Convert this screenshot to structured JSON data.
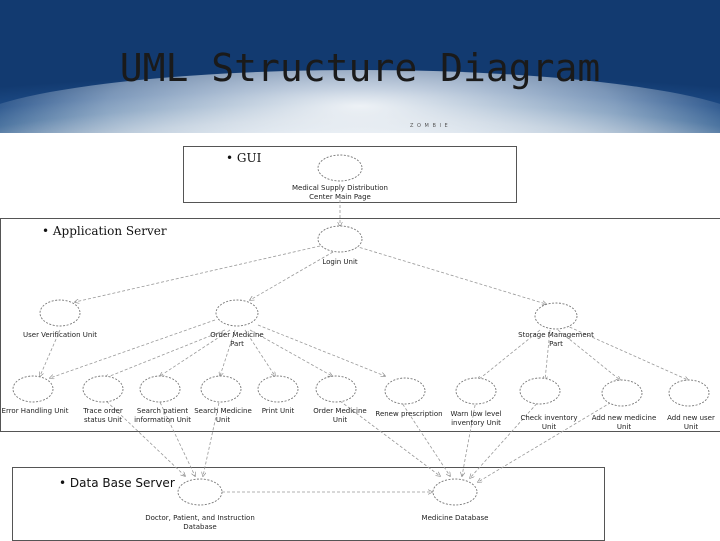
{
  "title": "UML Structure Diagram",
  "banner_caption": "Z O M B I E",
  "sections": {
    "gui": "• GUI",
    "app": "• Application Server",
    "db": "• Data Base Server"
  },
  "nodes": {
    "main_page": "Medical Supply Distribution\nCenter Main Page",
    "login": "Login Unit",
    "user_verification": "User Verification Unit",
    "order_medicine_part": "Order Medicine\nPart",
    "storage_management": "Storage Management\nPart",
    "error_handling": "Error Handling Unit",
    "trace_order": "Trace order\nstatus Unit",
    "search_patient": "Search patient\ninformation Unit",
    "search_medicine": "Search Medicine\nUnit",
    "print": "Print Unit",
    "order_medicine_unit": "Order Medicine\nUnit",
    "renew_prescription": "Renew prescription",
    "warn_low": "Warn low level\ninventory Unit",
    "check_inventory": "Check inventory\nUnit",
    "add_medicine": "Add new medicine\nUnit",
    "add_user": "Add new user\nUnit",
    "doctor_db": "Doctor, Patient, and Instruction\nDatabase",
    "medicine_db": "Medicine Database"
  }
}
